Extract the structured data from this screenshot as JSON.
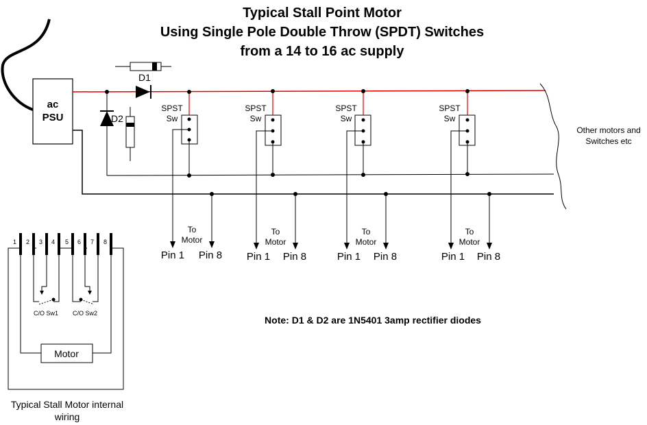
{
  "title": {
    "line1": "Typical Stall Point Motor",
    "line2": "Using Single Pole Double Throw (SPDT) Switches",
    "line3": "from a 14 to 16 ac supply"
  },
  "psu": {
    "line1": "ac",
    "line2": "PSU"
  },
  "diodes": {
    "d1": "D1",
    "d2": "D2"
  },
  "switch_label": {
    "line1": "SPST",
    "line2": "Sw"
  },
  "switches": [
    {},
    {},
    {},
    {}
  ],
  "to_motor": {
    "line1": "To",
    "line2": "Motor",
    "pin1": "Pin 1",
    "pin8": "Pin 8"
  },
  "other_note": {
    "line1": "Other motors and",
    "line2": "Switches etc"
  },
  "note": "Note: D1 & D2 are 1N5401 3amp rectifier diodes",
  "motor_diagram": {
    "pins": [
      "1",
      "2",
      "3",
      "4",
      "5",
      "6",
      "7",
      "8"
    ],
    "sw1": "C/O Sw1",
    "sw2": "C/O Sw2",
    "motor": "Motor",
    "caption_line1": "Typical Stall Motor internal",
    "caption_line2": "wiring"
  },
  "colors": {
    "supply_wire": "#e60000",
    "wire": "#000000"
  }
}
